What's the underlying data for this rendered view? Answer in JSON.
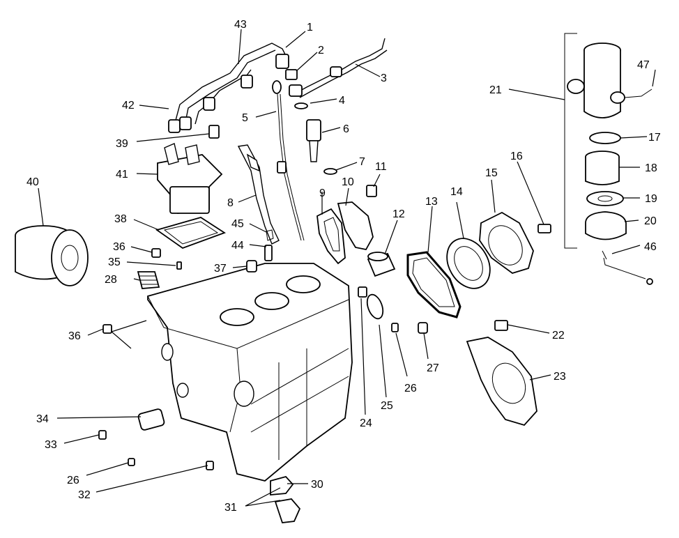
{
  "labels": {
    "l1": "1",
    "l2": "2",
    "l3": "3",
    "l4": "4",
    "l5": "5",
    "l6": "6",
    "l7": "7",
    "l8": "8",
    "l9": "9",
    "l10": "10",
    "l11": "11",
    "l12": "12",
    "l13": "13",
    "l14": "14",
    "l15": "15",
    "l16": "16",
    "l17": "17",
    "l18": "18",
    "l19": "19",
    "l20": "20",
    "l21": "21",
    "l22": "22",
    "l23": "23",
    "l24": "24",
    "l25": "25",
    "l26a": "26",
    "l26b": "26",
    "l27": "27",
    "l28": "28",
    "l30": "30",
    "l31": "31",
    "l32": "32",
    "l33": "33",
    "l34": "34",
    "l35": "35",
    "l36a": "36",
    "l36b": "36",
    "l37": "37",
    "l38": "38",
    "l39": "39",
    "l40": "40",
    "l41": "41",
    "l42": "42",
    "l43": "43",
    "l44": "44",
    "l45": "45",
    "l46": "46",
    "l47": "47"
  },
  "colors": {
    "ink": "#000000",
    "paper": "#ffffff"
  }
}
